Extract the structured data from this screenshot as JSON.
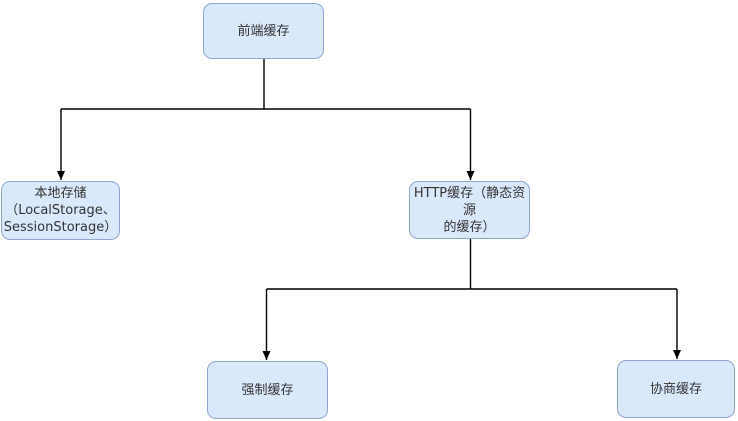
{
  "diagram": {
    "type": "flowchart",
    "nodes": [
      {
        "id": "frontend-cache",
        "label": "前端缓存"
      },
      {
        "id": "local-storage",
        "label": "本地存储\n（LocalStorage、\nSessionStorage）"
      },
      {
        "id": "http-cache",
        "label": "HTTP缓存（静态资源\n的缓存）"
      },
      {
        "id": "force-cache",
        "label": "强制缓存"
      },
      {
        "id": "negotiated-cache",
        "label": "协商缓存"
      }
    ],
    "edges": [
      {
        "from": "frontend-cache",
        "to": "local-storage"
      },
      {
        "from": "frontend-cache",
        "to": "http-cache"
      },
      {
        "from": "http-cache",
        "to": "force-cache"
      },
      {
        "from": "http-cache",
        "to": "negotiated-cache"
      }
    ],
    "colors": {
      "node_fill": "#dae8fc",
      "node_border": "#8fa7d1",
      "connector": "#000000",
      "text": "#333333",
      "background": "#ffffff"
    }
  }
}
